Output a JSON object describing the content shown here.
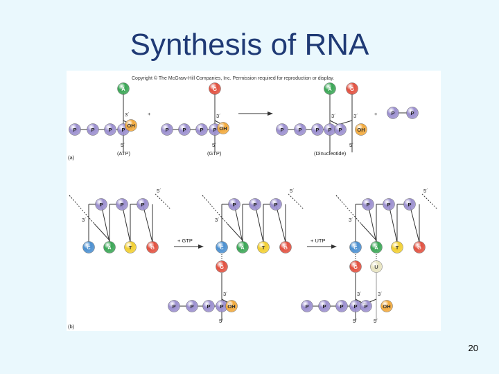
{
  "slide": {
    "title": "Synthesis of RNA",
    "page_number": "20"
  },
  "figure": {
    "copyright": "Copyright © The McGraw-Hill Companies, Inc. Permission required for reproduction or display.",
    "panel_a": "(a)",
    "panel_b": "(b)",
    "atp": "(ATP)",
    "gtp": "(GTP)",
    "dinucleotide": "(Dinucleotide)",
    "plus": "+",
    "plus_gtp": "+ GTP",
    "plus_utp": "+ UTP",
    "three_prime": "3´",
    "five_prime": "5´",
    "p": "P",
    "oh": "OH",
    "a": "A",
    "g": "G",
    "c": "C",
    "t": "T",
    "u": "U"
  },
  "colors": {
    "phosphate": "#9b8fcf",
    "adenine": "#3aa655",
    "guanine": "#e2503f",
    "cytosine": "#4a8fd0",
    "thymine": "#f2cf30",
    "uracil": "#e7e3bf",
    "hydroxyl": "#f2a93b",
    "background": "#eaf8fd",
    "title": "#1f3a75"
  }
}
